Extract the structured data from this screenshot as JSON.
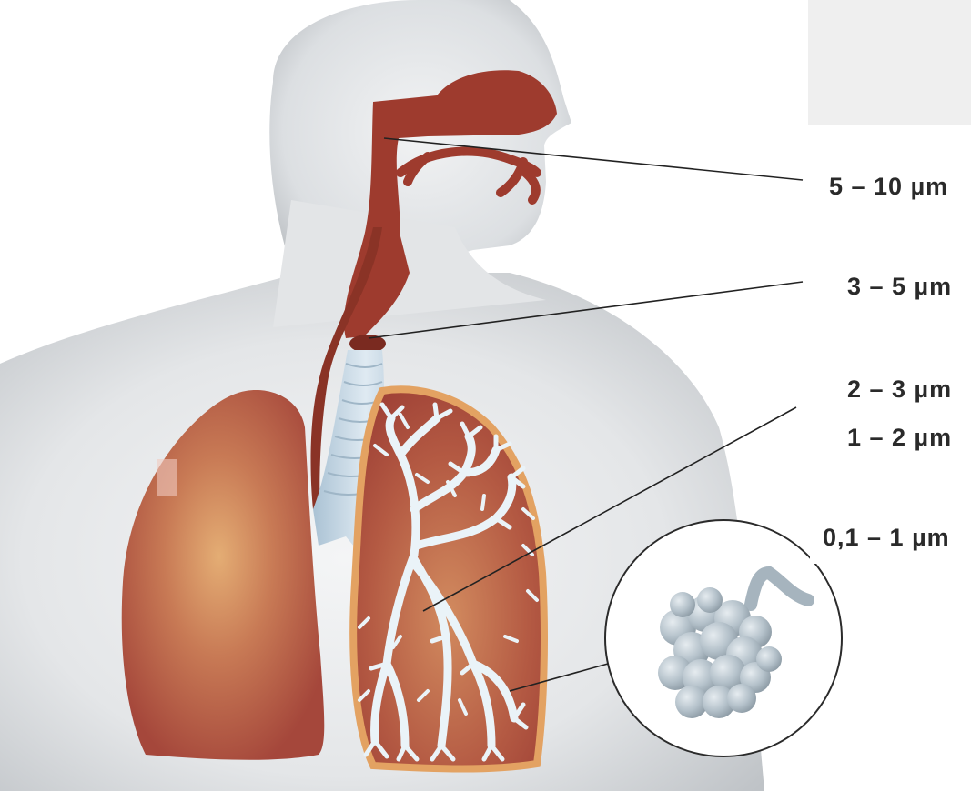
{
  "labels": [
    {
      "id": "nasal",
      "text": "5 – 10 µm"
    },
    {
      "id": "larynx",
      "text": "3 – 5 µm"
    },
    {
      "id": "bronchi",
      "text": "2 – 3 µm"
    },
    {
      "id": "bronchioles",
      "text": "1 – 2 µm"
    },
    {
      "id": "alveoli",
      "text": "0,1 – 1 µm"
    }
  ],
  "colors": {
    "body_light": "#f1f2f3",
    "body_shade": "#c9ccd0",
    "airway": "#9e3b2e",
    "airway_dark": "#7a2a20",
    "lung": "#a44a3c",
    "lung_glow": "#e0a46b",
    "lung_outline": "#e1a060",
    "bronchial_tree": "#e9f2f7",
    "trachea": "#c5d8e6",
    "alveoli": "#b3c0c9",
    "leader_line": "#222222"
  }
}
